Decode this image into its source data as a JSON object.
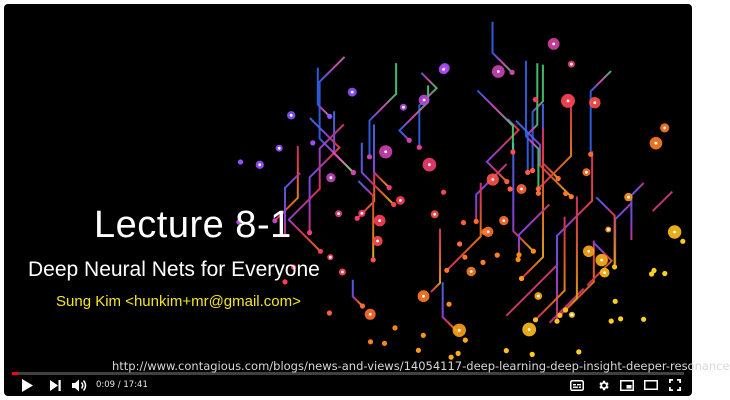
{
  "slide": {
    "title": "Lecture 8-1",
    "subtitle": "Deep Neural Nets for Everyone",
    "author": "Sung Kim <hunkim+mr@gmail.com>",
    "source_url": "http://www.contagious.com/blogs/news-and-views/14054117-deep-learning-deep-insight-deeper-resonance"
  },
  "player": {
    "current_time": "0:09",
    "time_separator": " / ",
    "duration": "17:41",
    "progress_fraction": 0.0085,
    "controls": [
      "play-icon",
      "next-icon",
      "volume-icon",
      "subtitles-icon",
      "settings-icon",
      "miniplayer-icon",
      "theater-icon",
      "fullscreen-icon"
    ]
  },
  "colors": {
    "progress": "#ff0000",
    "author_text": "#f4e625",
    "background": "#000000"
  }
}
